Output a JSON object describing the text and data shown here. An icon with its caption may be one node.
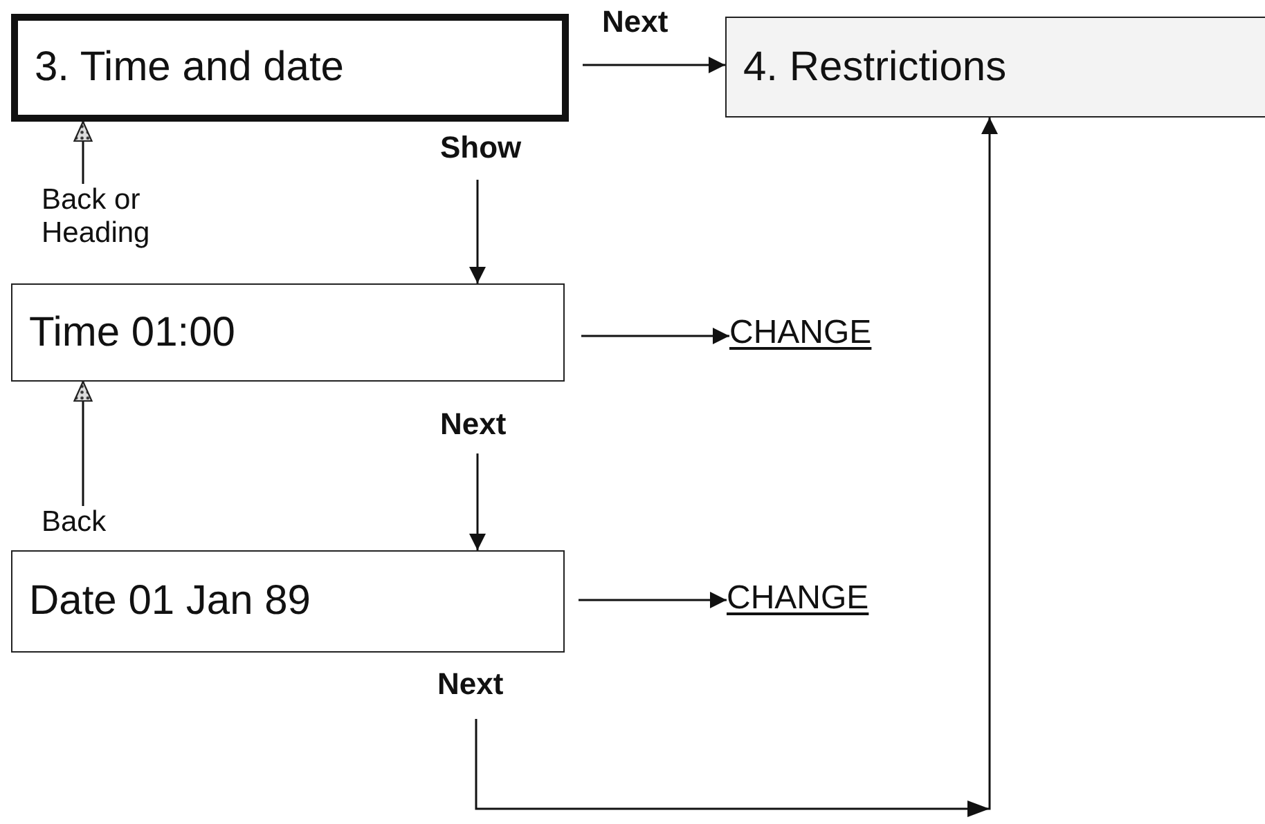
{
  "diagram": {
    "nodes": [
      {
        "text": [
          "3. Time and date"
        ]
      },
      {
        "text": [
          "4. Restrictions"
        ]
      },
      {
        "text": [
          "Back or Heading"
        ]
      },
      {
        "text": [
          "Time 01:00"
        ]
      },
      {
        "text": [
          "CHANGE"
        ]
      },
      {
        "text": [
          "Back"
        ]
      },
      {
        "text": [
          "Date 01 Jan 89"
        ]
      },
      {
        "text": [
          "CHANGE"
        ]
      }
    ],
    "edges": [
      {
        "from": 0,
        "to": 1,
        "arrow": "to",
        "label": "Next"
      },
      {
        "from": null,
        "to": 3,
        "arrow": "to",
        "label": "Show"
      },
      {
        "from": 2,
        "to": 0,
        "arrow": "to"
      },
      {
        "from": 3,
        "to": 4,
        "arrow": "to"
      },
      {
        "from": null,
        "to": 6,
        "arrow": "to",
        "label": "Next"
      },
      {
        "from": 5,
        "to": 3,
        "arrow": "to"
      },
      {
        "from": 6,
        "to": 7,
        "arrow": "to"
      },
      {
        "from": null,
        "to": 1,
        "arrow": "to",
        "label": "Next"
      }
    ]
  }
}
